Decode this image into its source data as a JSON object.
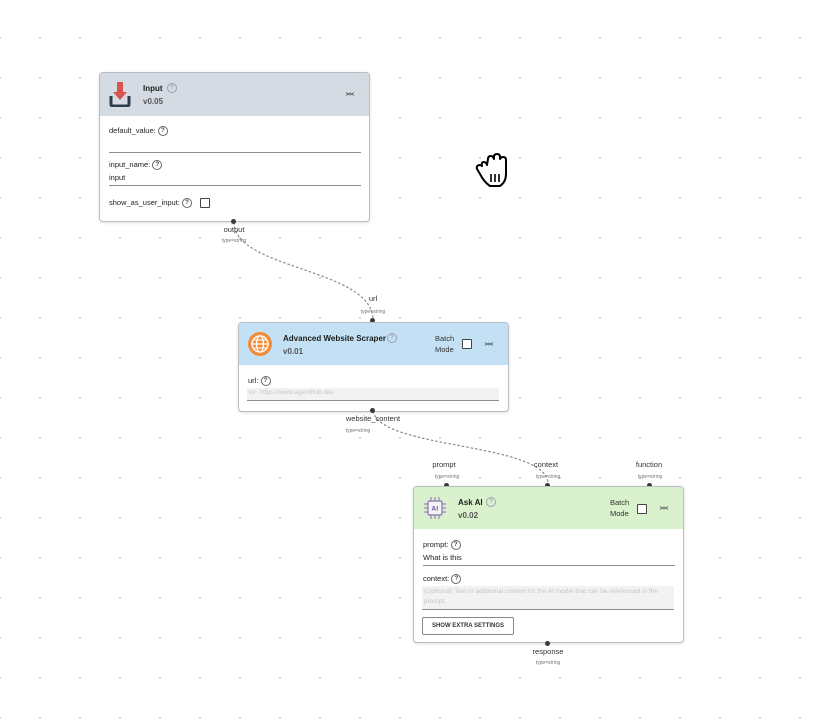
{
  "nodes": {
    "input": {
      "title": "Input",
      "version": "v0.05",
      "header_color": "#d5dbe3",
      "fields": {
        "default_value": {
          "label": "default_value:",
          "value": ""
        },
        "input_name": {
          "label": "input_name:",
          "value": "input"
        },
        "show_as_user_input": {
          "label": "show_as_user_input:"
        }
      },
      "outputs": {
        "output": {
          "name": "output",
          "type": "type=string"
        }
      }
    },
    "scraper": {
      "title": "Advanced Website Scraper",
      "version": "v0.01",
      "header_color": "#c3e0f4",
      "batch_mode": "Batch\nMode",
      "inputs": {
        "url": {
          "name": "url",
          "type": "type=string"
        }
      },
      "fields": {
        "url": {
          "label": "url:",
          "placeholder": "ex: https://www.agenthub.dev"
        }
      },
      "outputs": {
        "website_content": {
          "name": "website_content",
          "type": "type=string"
        }
      }
    },
    "ask_ai": {
      "title": "Ask AI",
      "version": "v0.02",
      "header_color": "#d9f1cd",
      "batch_mode": "Batch\nMode",
      "inputs": {
        "prompt": {
          "name": "prompt",
          "type": "type=string"
        },
        "context": {
          "name": "context",
          "type": "type=string"
        },
        "function": {
          "name": "function",
          "type": "type=string"
        }
      },
      "fields": {
        "prompt": {
          "label": "prompt:",
          "value": "What is this"
        },
        "context": {
          "label": "context:",
          "placeholder": "(Optional) Text or additional context for the AI model that can be referenced in the prompt."
        }
      },
      "show_extra_settings": "SHOW EXTRA SETTINGS",
      "outputs": {
        "response": {
          "name": "response",
          "type": "type=string"
        }
      }
    }
  },
  "connections": [
    {
      "from": "input.output",
      "to": "scraper.url"
    },
    {
      "from": "scraper.website_content",
      "to": "ask_ai.context"
    }
  ],
  "icons": {
    "input": "download-icon",
    "scraper": "globe-icon",
    "ask_ai": "ai-chip-icon",
    "cursor": "grab-hand-icon"
  },
  "colors": {
    "input_icon": "#d9534f",
    "scraper_icon": "#f28c38",
    "wire": "#8a8a8a"
  }
}
